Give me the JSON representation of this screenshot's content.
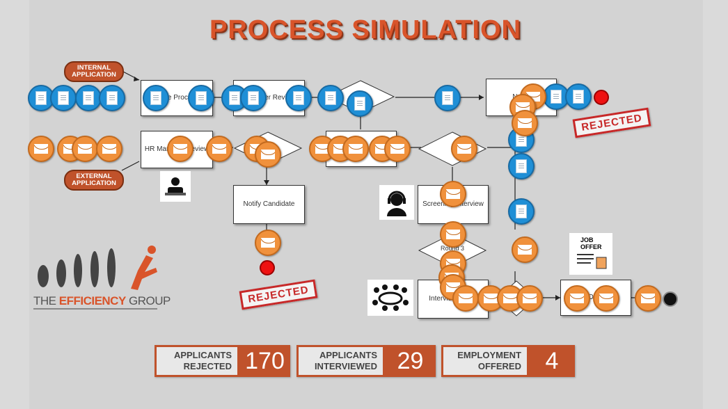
{
  "title": "PROCESS SIMULATION",
  "pills": {
    "internal": "INTERNAL APPLICATION",
    "external": "EXTERNAL APPLICATION"
  },
  "boxes": {
    "resume": "Resume Processing",
    "recruiter": "Recruiter Review",
    "notify_top": "Notify",
    "hr": "HR Manager Review",
    "notify_candidate": "Notify Candidate",
    "screening": "Screening Interview",
    "interview": "Interview Room",
    "offer": "Offer"
  },
  "diamond_labels": {
    "round3": "Round 3"
  },
  "stamps": {
    "rejected": "REJECTED"
  },
  "job_offer": "JOB OFFER",
  "logo": {
    "prefix": "THE ",
    "highlight": "EFFICIENCY",
    "suffix": " GROUP"
  },
  "stats": [
    {
      "label_line1": "APPLICANTS",
      "label_line2": "REJECTED",
      "value": "170"
    },
    {
      "label_line1": "APPLICANTS",
      "label_line2": "INTERVIEWED",
      "value": "29"
    },
    {
      "label_line1": "EMPLOYMENT",
      "label_line2": "OFFERED",
      "value": "4"
    }
  ],
  "colors": {
    "accent": "#c0522b",
    "token_blue": "#1f8fd6",
    "token_orange": "#f0913c",
    "reject_red": "#c72828"
  },
  "icons": [
    "document-token-icon",
    "envelope-token-icon",
    "worker-icon",
    "headset-icon",
    "meeting-icon",
    "job-offer-icon"
  ]
}
